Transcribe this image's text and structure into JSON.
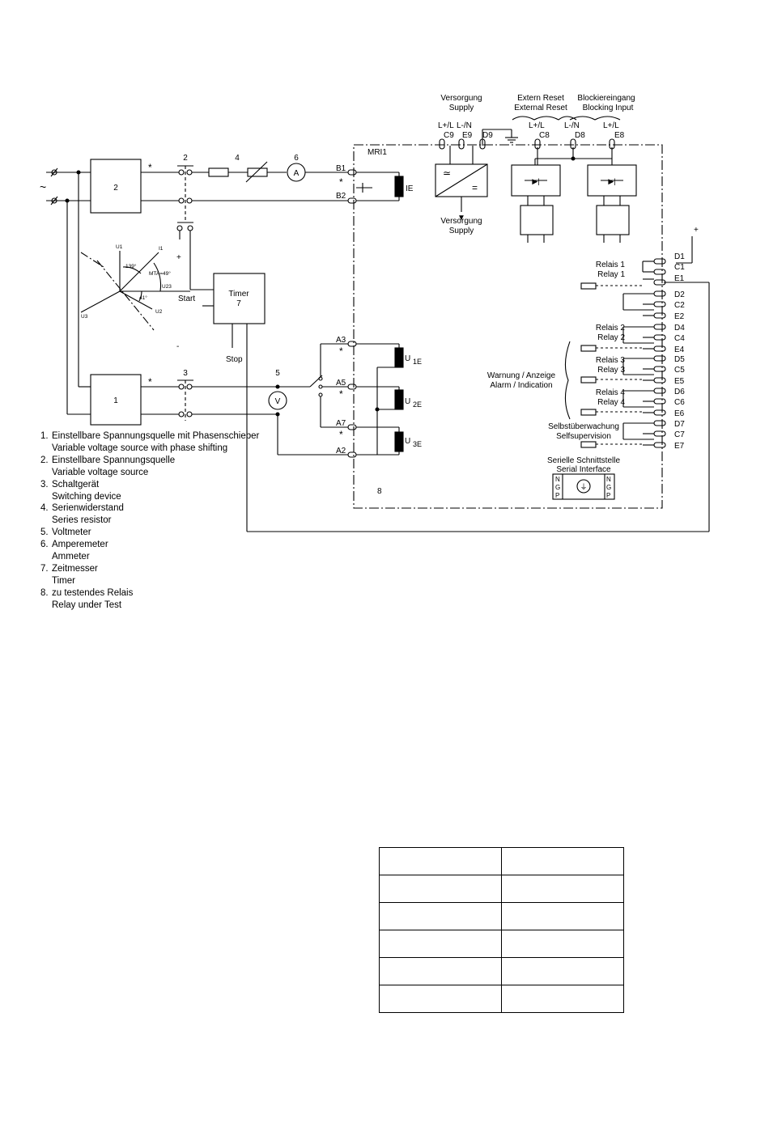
{
  "labels": {
    "supply_top": [
      "Versorgung",
      "Supply"
    ],
    "supply_bottom": [
      "Versorgung",
      "Supply"
    ],
    "ext_reset": [
      "Extern Reset",
      "External Reset"
    ],
    "block_input": [
      "Blockiereingang",
      "Blocking Input"
    ],
    "lpl": "L+/L",
    "lmn": "L-/N",
    "c9": "C9",
    "e9": "E9",
    "d9": "D9",
    "c8": "C8",
    "d8": "D8",
    "e8": "E8",
    "mri1": "MRI1",
    "b1": "B1",
    "b2": "B2",
    "ie": "IE",
    "n2": "2",
    "n4": "4",
    "n6": "6",
    "n3": "3",
    "n5": "5",
    "n1": "1",
    "n7": "7",
    "n8": "8",
    "amp": "A",
    "volt": "V",
    "star": "*",
    "tilde": "~",
    "plus": "+",
    "minus": "-",
    "timer": "Timer",
    "start": "Start",
    "stop": "Stop",
    "a3": "A3",
    "a5": "A5",
    "a7": "A7",
    "a2": "A2",
    "u": "U",
    "u1e_sub": "1E",
    "u2e_sub": "2E",
    "u3e_sub": "3E",
    "vector_u1": "U1",
    "vector_i1": "I1",
    "vector_u2": "U2",
    "vector_u3": "U3",
    "vector_u23": "U23",
    "angle_139": "139°",
    "mta": "MTA=49°",
    "angle_41": "41°",
    "relay1": [
      "Relais 1",
      "Relay 1"
    ],
    "relay2": [
      "Relais 2",
      "Relay 2"
    ],
    "relay3": [
      "Relais 3",
      "Relay 3"
    ],
    "relay4": [
      "Relais 4",
      "Relay 4"
    ],
    "alarm": [
      "Warnung / Anzeige",
      "Alarm / Indication"
    ],
    "selfsup": [
      "Selbstüberwachung",
      "Selfsupervision"
    ],
    "serial": [
      "Serielle Schnittstelle",
      "Serial Interface"
    ],
    "ngp": [
      "N",
      "G",
      "P"
    ],
    "terminals": [
      "D1",
      "C1",
      "E1",
      "D2",
      "C2",
      "E2",
      "D4",
      "C4",
      "E4",
      "D5",
      "C5",
      "E5",
      "D6",
      "C6",
      "E6",
      "D7",
      "C7",
      "E7"
    ]
  },
  "legend": [
    {
      "num": "1.",
      "de": "Einstellbare Spannungsquelle mit Phasenschieber",
      "en": "Variable voltage source with phase shifting"
    },
    {
      "num": "2.",
      "de": "Einstellbare Spannungsquelle",
      "en": "Variable voltage source"
    },
    {
      "num": "3.",
      "de": "Schaltgerät",
      "en": "Switching device"
    },
    {
      "num": "4.",
      "de": "Serienwiderstand",
      "en": "Series resistor"
    },
    {
      "num": "5.",
      "de": "Voltmeter",
      "en": ""
    },
    {
      "num": "6.",
      "de": "Amperemeter",
      "en": "Ammeter"
    },
    {
      "num": "7.",
      "de": "Zeitmesser",
      "en": "Timer"
    },
    {
      "num": "8.",
      "de": "zu testendes Relais",
      "en": "Relay under Test"
    }
  ],
  "empty_table": {
    "rows": 6,
    "cols": 2
  }
}
